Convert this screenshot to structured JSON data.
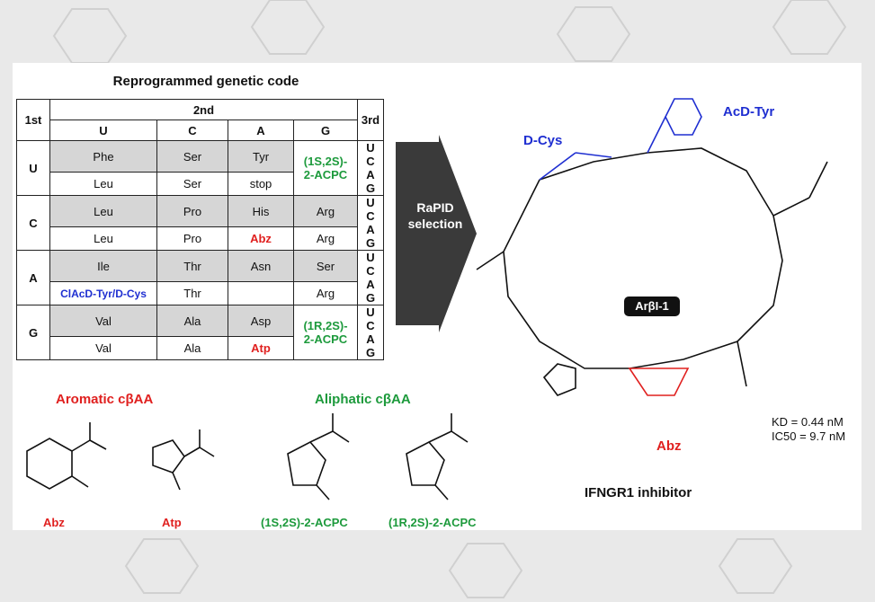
{
  "title": "Reprogrammed genetic code",
  "table": {
    "header_first": "1st",
    "header_second": "2nd",
    "header_third": "3rd",
    "columns": [
      "U",
      "C",
      "A",
      "G"
    ],
    "rows": [
      {
        "first": "U",
        "cells": [
          [
            "Phe",
            "Ser",
            "Tyr",
            "(1S,2S)-\n2-ACPC"
          ],
          [
            "Leu",
            "Ser",
            "stop",
            ""
          ]
        ],
        "third": [
          "U",
          "C",
          "A",
          "G"
        ]
      },
      {
        "first": "C",
        "cells": [
          [
            "Leu",
            "Pro",
            "His",
            "Arg"
          ],
          [
            "Leu",
            "Pro",
            "Abz",
            "Arg"
          ]
        ],
        "third": [
          "U",
          "C",
          "A",
          "G"
        ]
      },
      {
        "first": "A",
        "cells": [
          [
            "Ile",
            "Thr",
            "Asn",
            "Ser"
          ],
          [
            "ClAcD-Tyr/D-Cys",
            "Thr",
            "",
            "Arg"
          ]
        ],
        "third": [
          "U",
          "C",
          "A",
          "G"
        ]
      },
      {
        "first": "G",
        "cells": [
          [
            "Val",
            "Ala",
            "Asp",
            "(1R,2S)-\n2-ACPC"
          ],
          [
            "Val",
            "Ala",
            "Atp",
            ""
          ]
        ],
        "third": [
          "U",
          "C",
          "A",
          "G"
        ]
      }
    ]
  },
  "aromatic": {
    "heading": "Aromatic cβAA",
    "abz": "Abz",
    "atp": "Atp"
  },
  "aliphatic": {
    "heading": "Aliphatic cβAA",
    "acpc1": "(1S,2S)-2-ACPC",
    "acpc2": "(1R,2S)-2-ACPC"
  },
  "arrow": {
    "line1": "RaPID",
    "line2": "selection"
  },
  "peptide": {
    "name": "ArβI-1",
    "dcys": "D-Cys",
    "dtyr": "AcD-Tyr",
    "abz": "Abz",
    "kd": "KD = 0.44 nM",
    "ic50": "IC50 = 9.7 nM",
    "caption": "IFNGR1 inhibitor"
  },
  "colors": {
    "red": "#e0201f",
    "green": "#1d9a3c",
    "blue": "#1f2fd1",
    "shade": "#d6d6d6"
  }
}
